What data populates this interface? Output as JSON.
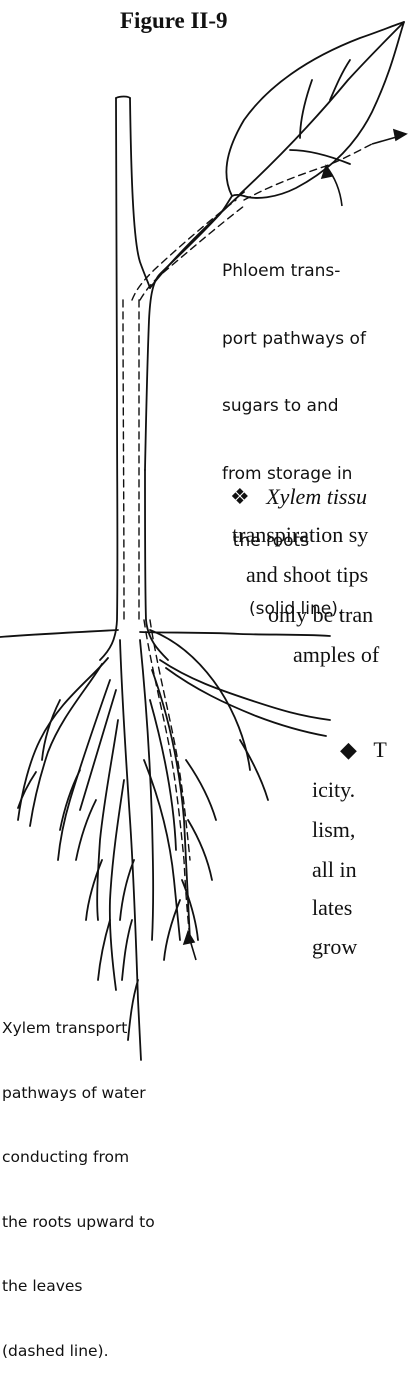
{
  "figure": {
    "title": "Figure II-9"
  },
  "phloem_caption": {
    "lines": [
      "Phloem trans-",
      "port pathways of",
      "sugars to and",
      "from storage in",
      "  the roots",
      "     (solid line)."
    ]
  },
  "xylem_caption": {
    "lines": [
      "Xylem transport",
      "pathways of water",
      "conducting from",
      "the roots upward to",
      "the leaves",
      "(dashed line)."
    ]
  },
  "body_text": {
    "bullet_1_symbol": "❖",
    "line_1": "Xylem tissu",
    "line_2": "transpiration sy",
    "line_3": "and shoot tips",
    "line_4": "only be tran",
    "line_5": "amples of",
    "bullet_2_symbol": "◆",
    "bullet_2_text": "T",
    "line_7": "icity.",
    "line_8": "lism,",
    "line_9": "all in",
    "line_10": "lates",
    "line_11": "grow"
  }
}
